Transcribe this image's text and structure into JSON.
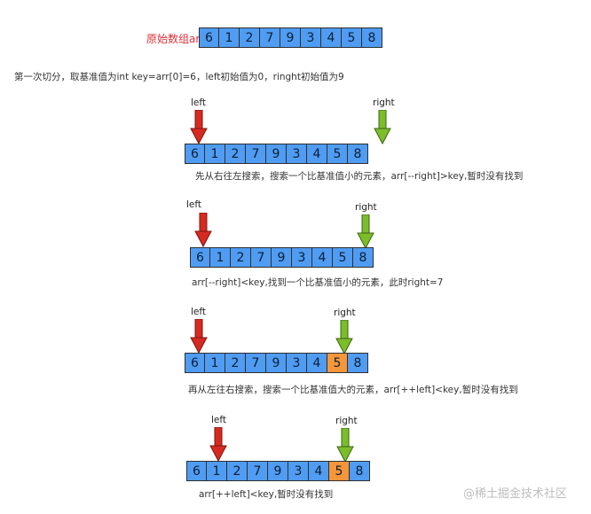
{
  "original": {
    "label": "原始数组arr",
    "values": [
      "6",
      "1",
      "2",
      "7",
      "9",
      "3",
      "4",
      "5",
      "8"
    ]
  },
  "intro": "第一次切分，取基准值为int key=arr[0]=6，left初始值为0，ringht初始值为9",
  "arrow_labels": {
    "left": "left",
    "right": "right"
  },
  "colors": {
    "cell": "#4f9cf2",
    "highlight": "#f5963b",
    "left_arrow": "#d62a21",
    "right_arrow": "#7cbd2a",
    "label_red": "#e0303a"
  },
  "steps": [
    {
      "values": [
        "6",
        "1",
        "2",
        "7",
        "9",
        "3",
        "4",
        "5",
        "8"
      ],
      "highlight": [],
      "caption": "先从右往左搜索，搜索一个比基准值小的元素，arr[--right]>key,暂时没有找到"
    },
    {
      "values": [
        "6",
        "1",
        "2",
        "7",
        "9",
        "3",
        "4",
        "5",
        "8"
      ],
      "highlight": [],
      "caption": "arr[--right]<key,找到一个比基准值小的元素，此时right=7"
    },
    {
      "values": [
        "6",
        "1",
        "2",
        "7",
        "9",
        "3",
        "4",
        "5",
        "8"
      ],
      "highlight": [
        7
      ],
      "caption": "再从左往右搜索，搜索一个比基准值大的元素，arr[++left]<key,暂时没有找到"
    },
    {
      "values": [
        "6",
        "1",
        "2",
        "7",
        "9",
        "3",
        "4",
        "5",
        "8"
      ],
      "highlight": [
        7
      ],
      "caption": "arr[++left]<key,暂时没有找到"
    }
  ],
  "watermark": "@稀土掘金技术社区"
}
